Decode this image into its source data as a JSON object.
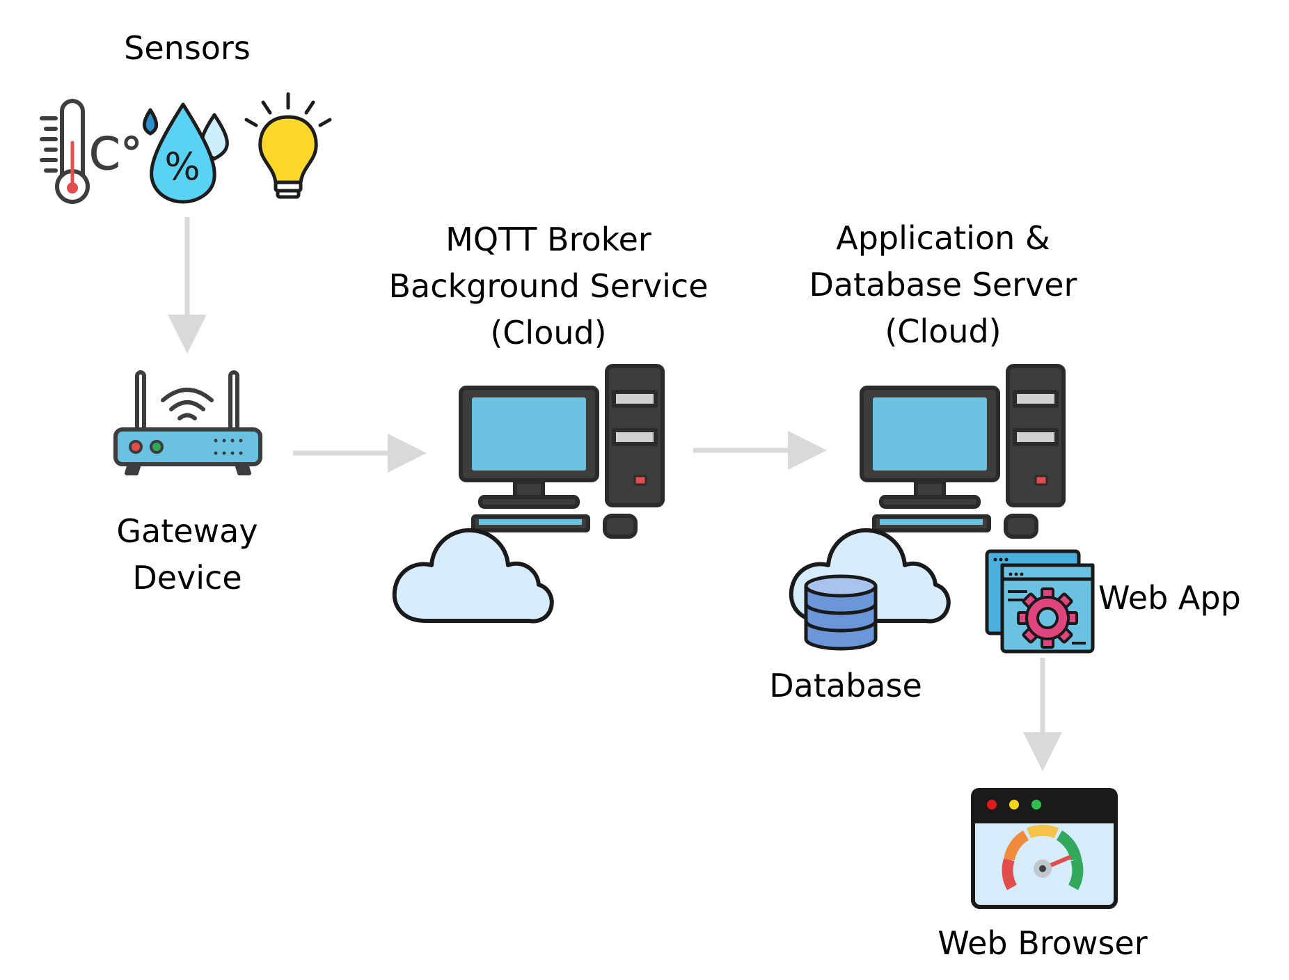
{
  "labels": {
    "sensors": "Sensors",
    "gateway": [
      "Gateway",
      "Device"
    ],
    "mqtt": [
      "MQTT Broker",
      "Background Service",
      "(Cloud)"
    ],
    "app_server": [
      "Application &",
      "Database Server",
      "(Cloud)"
    ],
    "database": "Database",
    "web_app": "Web App",
    "web_browser": "Web Browser"
  },
  "sensor_icons": {
    "temperature_unit": "C°",
    "humidity_symbol": "%"
  },
  "colors": {
    "arrow": "#d9d9d9",
    "outline": "#3d3d3d",
    "monitor_screen": "#6ac1e2",
    "cloud_fill": "#d7ecfb",
    "database_fill": "#6c96da",
    "router_body": "#6ac1e2",
    "bulb": "#fdd82a",
    "water_drop": "#5ad2f3",
    "gear": "#e0457e",
    "gauge_red": "#e24d4d",
    "gauge_orange": "#f08a3c",
    "gauge_yellow": "#f5c24a",
    "gauge_green": "#31a85c"
  },
  "connections": [
    {
      "from": "sensors",
      "to": "gateway"
    },
    {
      "from": "gateway",
      "to": "mqtt"
    },
    {
      "from": "mqtt",
      "to": "app_server"
    },
    {
      "from": "web_app",
      "to": "web_browser"
    }
  ]
}
